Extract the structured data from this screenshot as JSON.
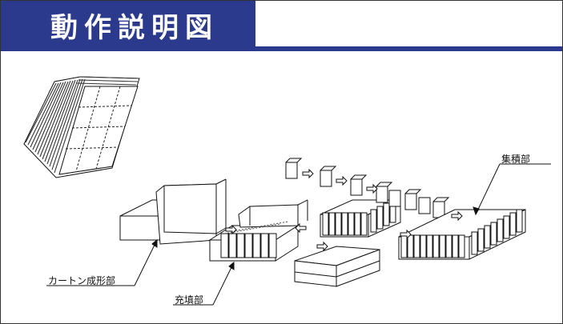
{
  "header": {
    "title": "動作説明図"
  },
  "labels": {
    "accumulation": "集積部",
    "carton_forming": "カートン成形部",
    "filling": "充填部"
  },
  "colors": {
    "title_bg": "#2b3a8c",
    "title_text": "#ffffff",
    "line": "#111111"
  }
}
